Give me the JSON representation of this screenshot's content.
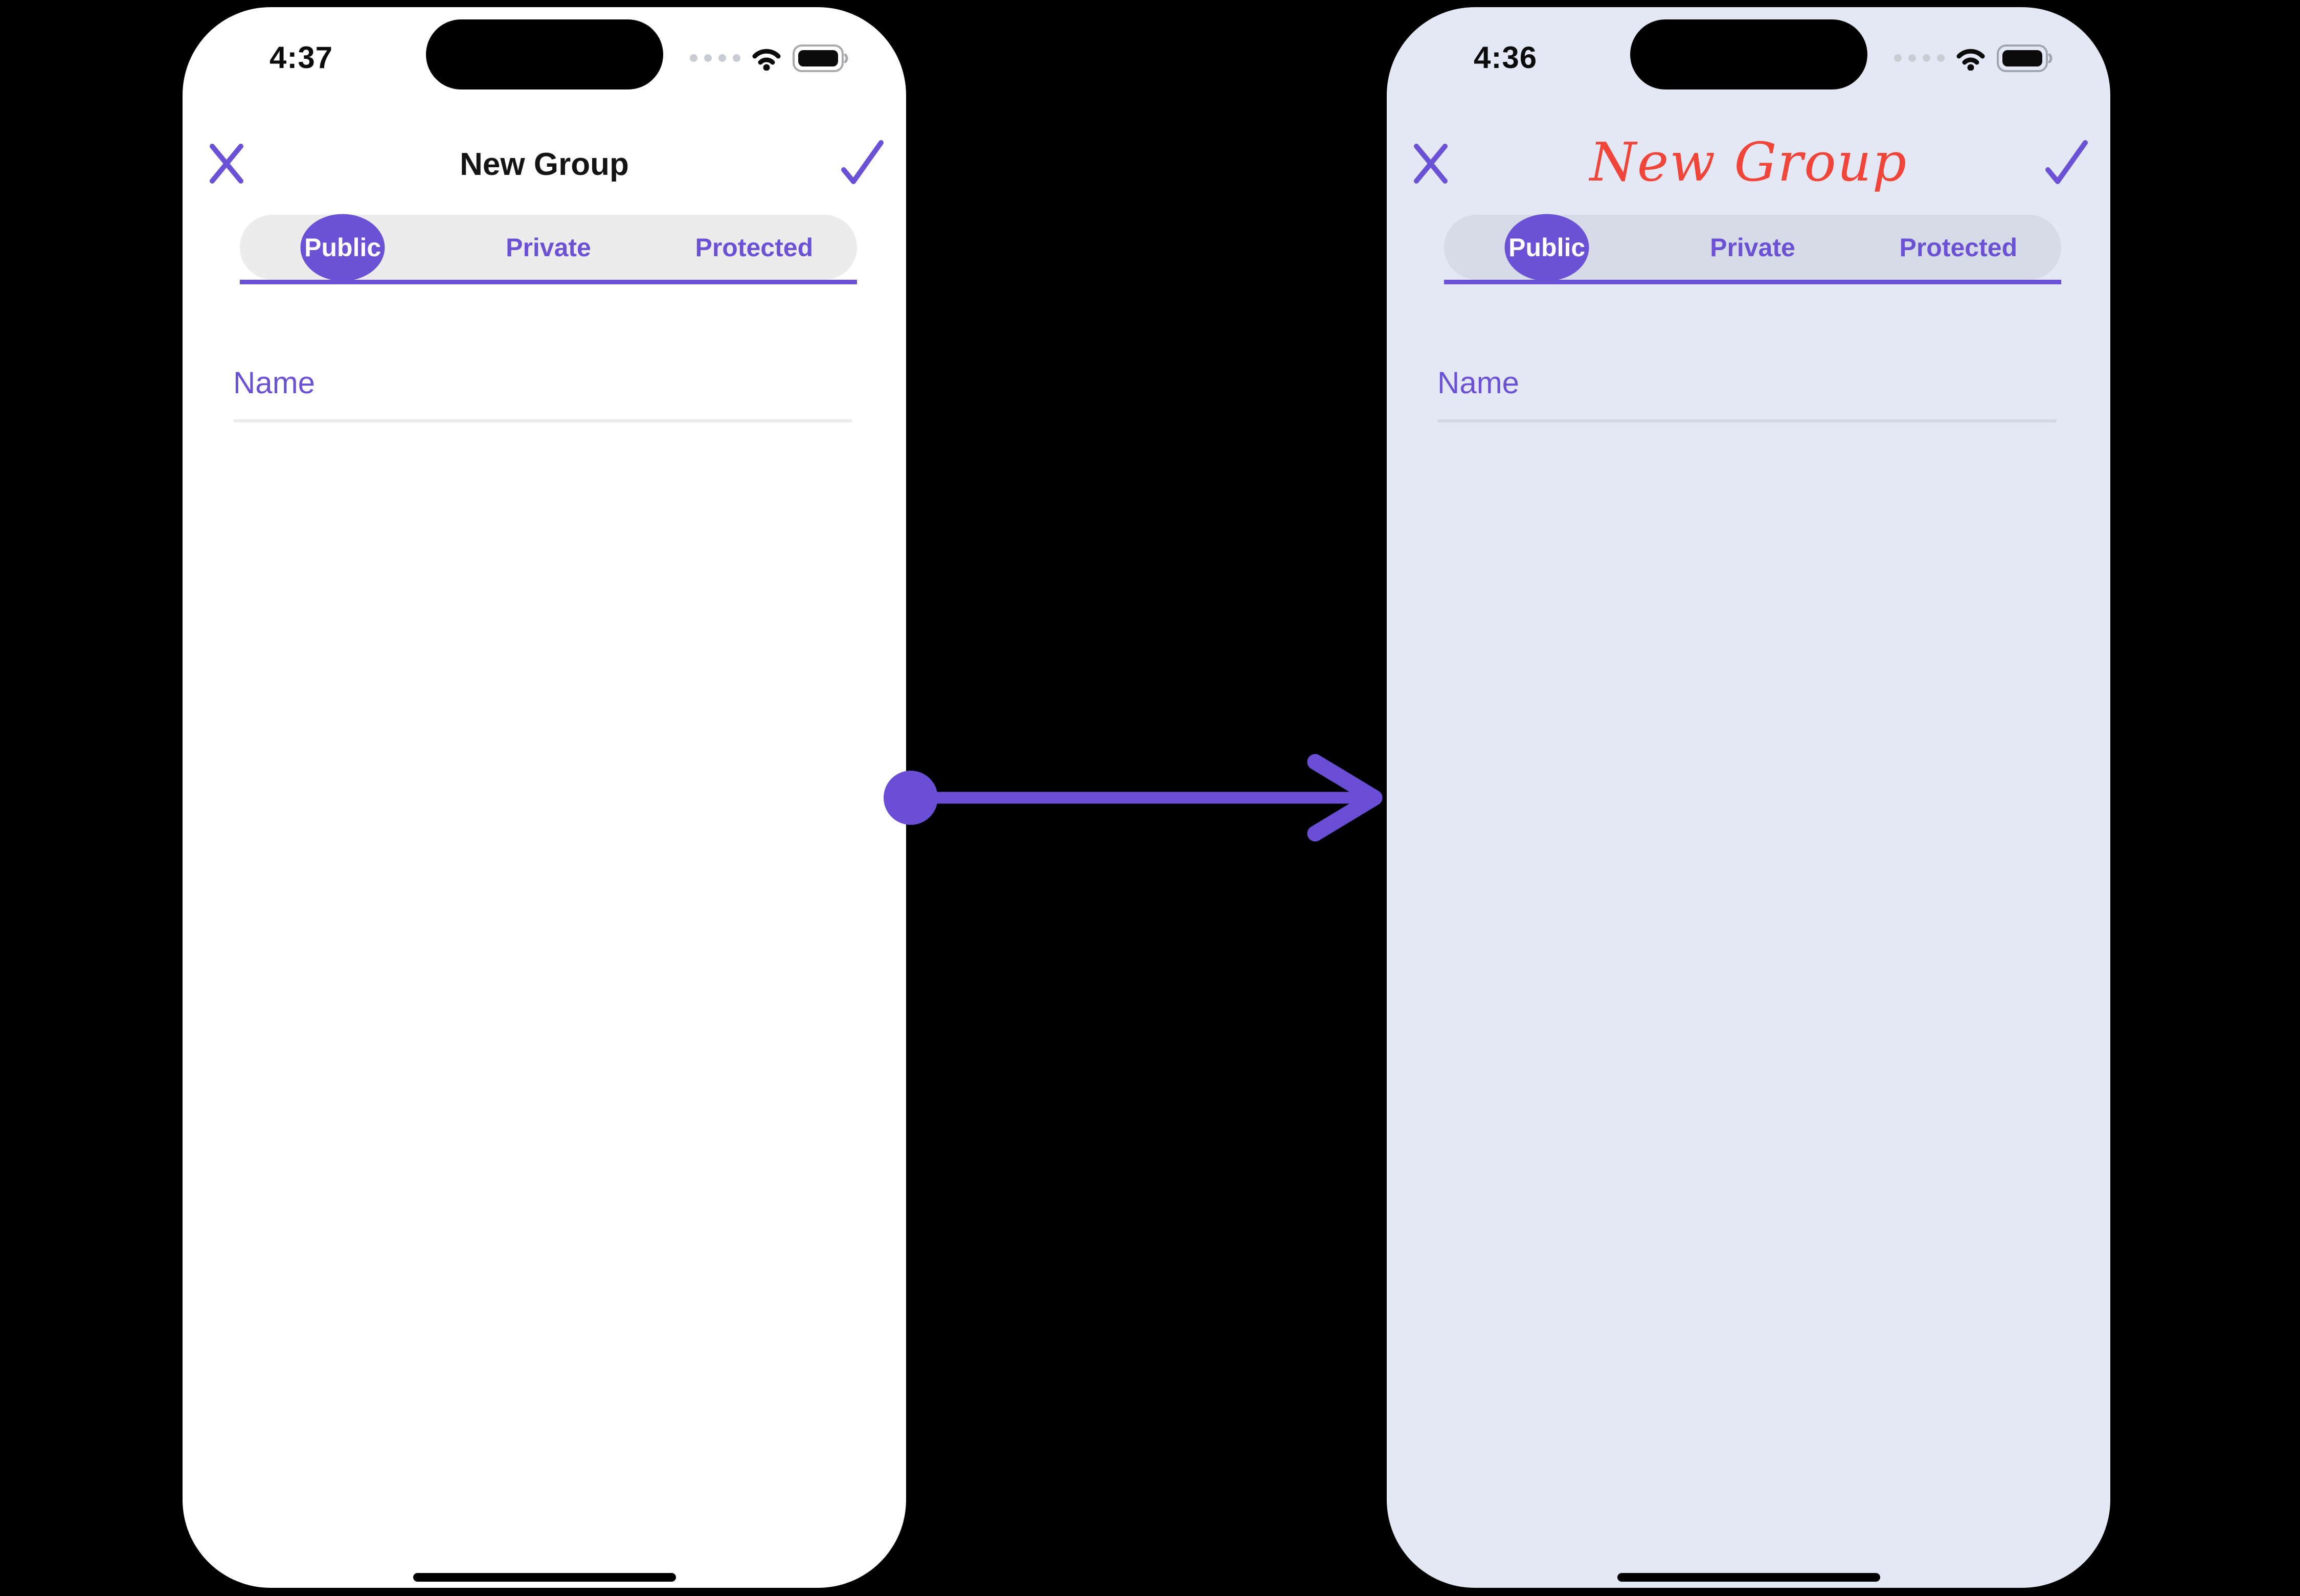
{
  "colors": {
    "accent_purple": "#6b51d6",
    "cursive_title_red": "#f2453a",
    "left_phone_background": "#ffffff",
    "right_phone_background": "#e3e8f4",
    "left_segment_background": "#ececec",
    "right_segment_background": "#d7dbe8",
    "canvas_background": "#000000"
  },
  "left_phone": {
    "status": {
      "time": "4:37",
      "icons": [
        "cellular-dots-icon",
        "wifi-icon",
        "battery-icon"
      ]
    },
    "header": {
      "title": "New Group",
      "close_icon": "close-x-icon",
      "confirm_icon": "checkmark-icon"
    },
    "tabs": {
      "selected": "Public",
      "items": [
        "Public",
        "Private",
        "Protected"
      ]
    },
    "form": {
      "name_placeholder": "Name"
    }
  },
  "right_phone": {
    "status": {
      "time": "4:36",
      "icons": [
        "cellular-dots-icon",
        "wifi-icon",
        "battery-icon"
      ]
    },
    "header": {
      "title": "New Group",
      "title_style": "red cursive script",
      "close_icon": "close-x-icon",
      "confirm_icon": "checkmark-icon"
    },
    "tabs": {
      "selected": "Public",
      "items": [
        "Public",
        "Private",
        "Protected"
      ]
    },
    "form": {
      "name_placeholder": "Name"
    }
  },
  "transition": {
    "description": "arrow from left screen to right screen",
    "direction": "right"
  }
}
